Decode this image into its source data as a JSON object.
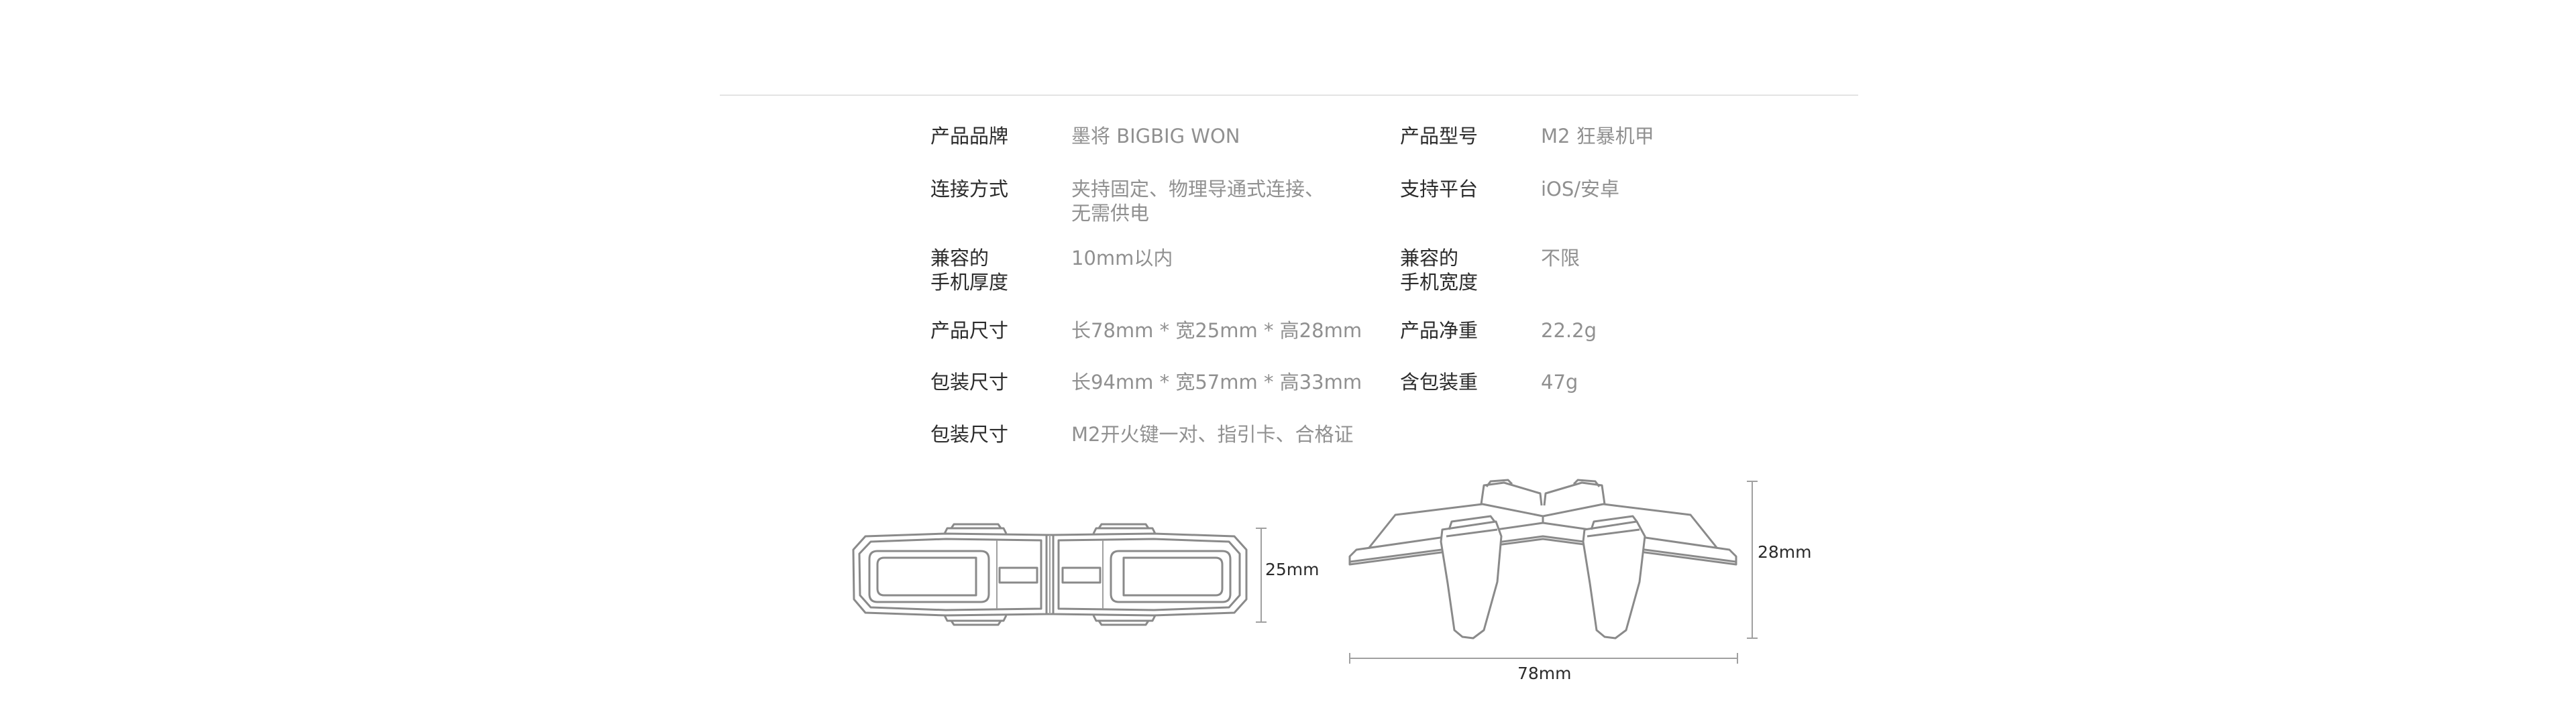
{
  "specs": {
    "brand_label": "产品品牌",
    "brand_value": "墨将 BIGBIG WON",
    "model_label": "产品型号",
    "model_value": "M2 狂暴机甲",
    "connect_label": "连接方式",
    "connect_value": "夹持固定、物理导通式连接、\n无需供电",
    "platform_label": "支持平台",
    "platform_value": "iOS/安卓",
    "thickness_label": "兼容的\n手机厚度",
    "thickness_value": "10mm以内",
    "width_label": "兼容的\n手机宽度",
    "width_value": "不限",
    "size_label": "产品尺寸",
    "size_value": "长78mm * 宽25mm * 高28mm",
    "weight_label": "产品净重",
    "weight_value": "22.2g",
    "pack_size_label": "包装尺寸",
    "pack_size_value": "长94mm * 宽57mm * 高33mm",
    "pack_weight_label": "含包装重",
    "pack_weight_value": "47g",
    "contents_label": "包装尺寸",
    "contents_value": "M2开火键一对、指引卡、合格证"
  },
  "dimensions": {
    "top_view_width": "25mm",
    "side_view_height": "28mm",
    "side_view_length": "78mm"
  }
}
